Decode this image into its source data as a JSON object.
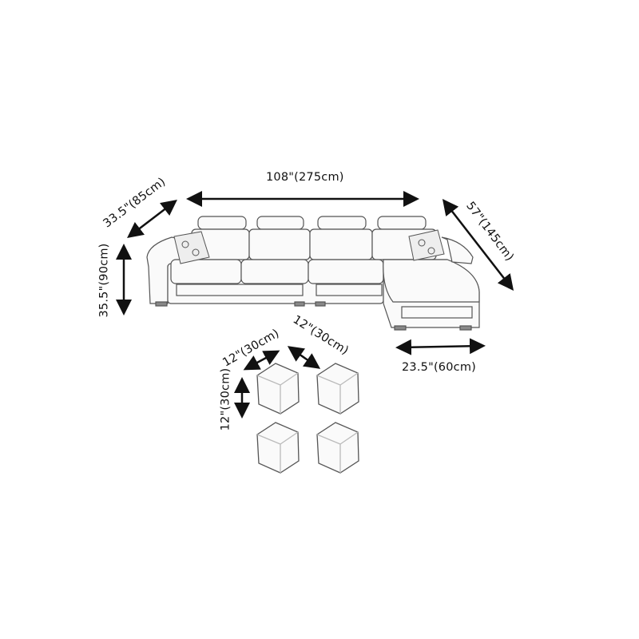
{
  "diagram": {
    "subject": "L-shaped sectional sofa with four ottomans",
    "dimensions": {
      "width": "108\"(275cm)",
      "depth": "33.5\"(85cm)",
      "height": "35.5\"(90cm)",
      "chaise_length": "57\"(145cm)",
      "chaise_width": "23.5\"(60cm)",
      "ottoman_width": "12\"(30cm)",
      "ottoman_depth": "12\"(30cm)",
      "ottoman_height": "12\"(30cm)"
    },
    "ottoman_count": 4,
    "colors": {
      "line": "#111111",
      "sketch": "#555555",
      "fill": "#fafafa",
      "background": "#ffffff"
    }
  }
}
